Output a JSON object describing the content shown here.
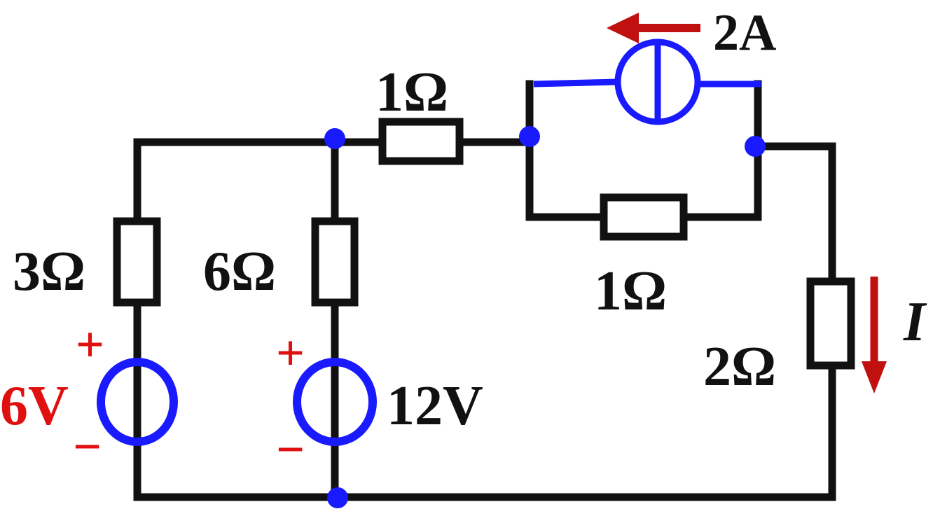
{
  "diagram": {
    "labels": {
      "r_left": "3Ω",
      "r_mid": "6Ω",
      "r_top": "1Ω",
      "r_parallel": "1Ω",
      "r_right": "2Ω",
      "source_current": "2A",
      "source_v1": "6V",
      "source_v2": "12V",
      "current_I": "I",
      "plus": "+",
      "minus": "−"
    },
    "colors": {
      "wire": "#111111",
      "source": "#1a1aff",
      "node": "#1a1aff",
      "accent_red": "#e01010",
      "arrow_red": "#c01010"
    }
  }
}
